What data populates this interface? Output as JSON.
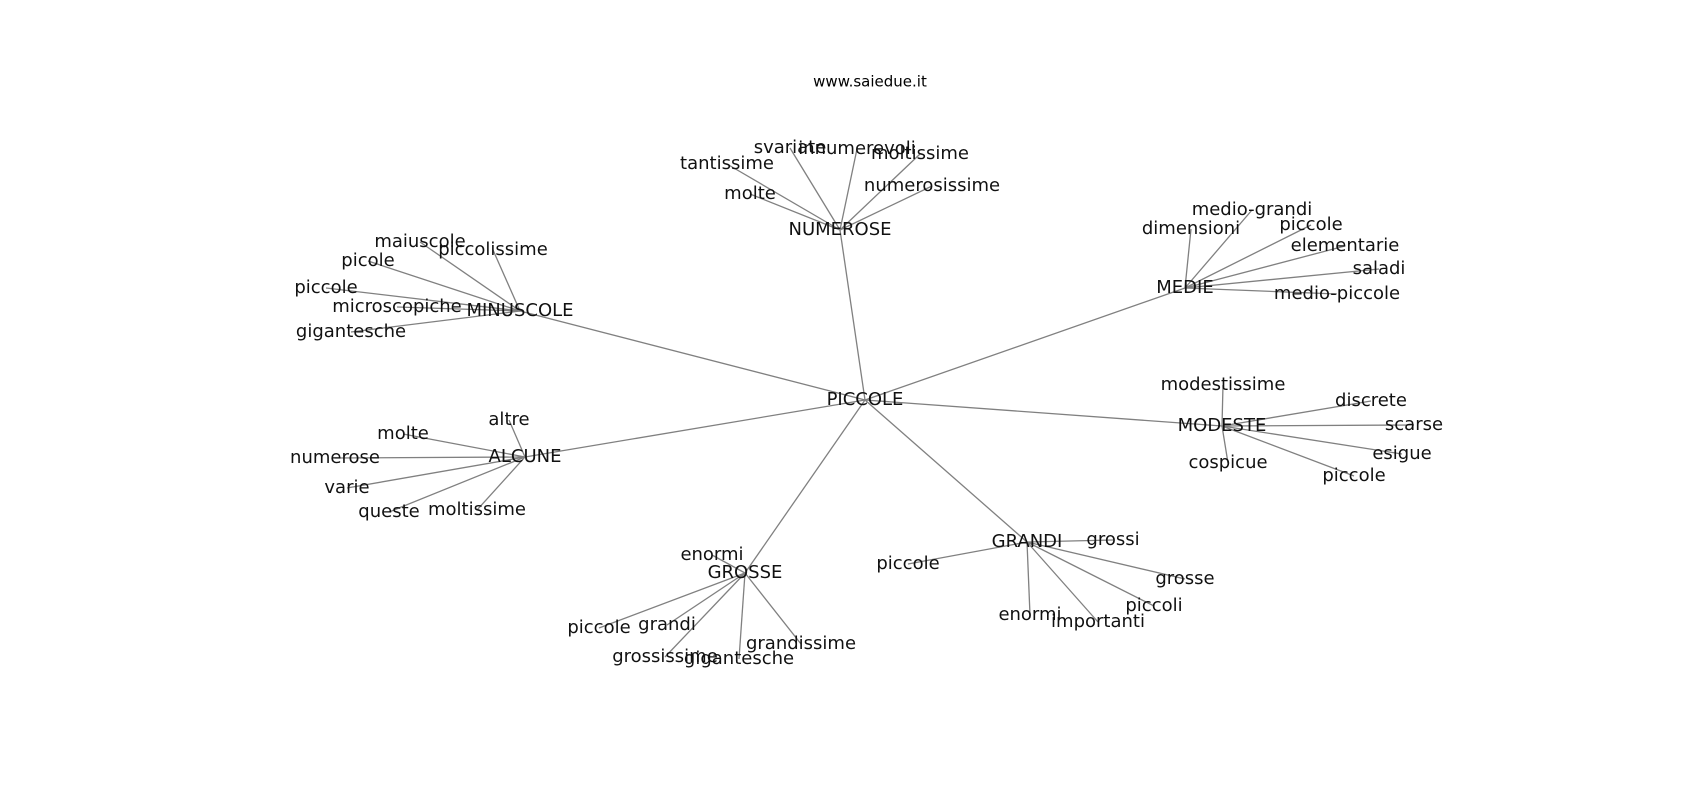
{
  "title": "www.saiedue.it",
  "center": "PICCOLE",
  "groups": [
    {
      "id": "numerose",
      "label": "NUMEROSE",
      "leaves": [
        "tantissime",
        "svariate",
        "innumerevoli",
        "moltissime",
        "numerosissime",
        "molte"
      ]
    },
    {
      "id": "medie",
      "label": "MEDIE",
      "leaves": [
        "medio-grandi",
        "dimensioni",
        "piccole",
        "elementarie",
        "saladi",
        "medio-piccole"
      ]
    },
    {
      "id": "minuscole",
      "label": "MINUSCOLE",
      "leaves": [
        "maiuscole",
        "piccolissime",
        "picole",
        "piccole",
        "microscopiche",
        "gigantesche"
      ]
    },
    {
      "id": "modeste",
      "label": "MODESTE",
      "leaves": [
        "modestissime",
        "discrete",
        "scarse",
        "esigue",
        "piccole",
        "cospicue"
      ]
    },
    {
      "id": "alcune",
      "label": "ALCUNE",
      "leaves": [
        "altre",
        "molte",
        "numerose",
        "varie",
        "queste",
        "moltissime"
      ]
    },
    {
      "id": "grandi",
      "label": "GRANDI",
      "leaves": [
        "grossi",
        "piccole",
        "grosse",
        "piccoli",
        "enormi",
        "importanti"
      ]
    },
    {
      "id": "grosse",
      "label": "GROSSE",
      "leaves": [
        "enormi",
        "piccole",
        "grandi",
        "grossissime",
        "gigantesche",
        "grandissime"
      ]
    }
  ]
}
